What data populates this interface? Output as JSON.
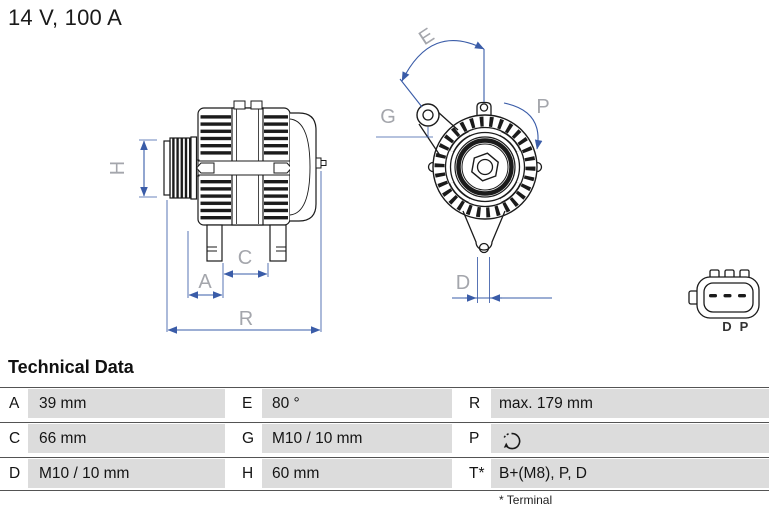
{
  "header": {
    "title": "14 V, 100 A"
  },
  "diagram": {
    "labels": {
      "H": "H",
      "A": "A",
      "C": "C",
      "R": "R",
      "E": "E",
      "G": "G",
      "P": "P",
      "D": "D"
    },
    "connector": {
      "d": "D",
      "p": "P"
    },
    "icons": {
      "rotation": "rotation-direction-icon"
    },
    "colors": {
      "dimension_line": "#3a5ca8",
      "dimension_label": "#a4a6ac",
      "drawing_line": "#1b1b1b"
    }
  },
  "technical_data": {
    "heading": "Technical Data",
    "footnote": "* Terminal",
    "colors": {
      "value_cell_bg": "#dcdcdc",
      "row_line": "#545454"
    },
    "rows": [
      [
        {
          "label": "A",
          "value": "39 mm"
        },
        {
          "label": "E",
          "value": "80 °"
        },
        {
          "label": "R",
          "value": "max. 179 mm"
        }
      ],
      [
        {
          "label": "C",
          "value": "66 mm"
        },
        {
          "label": "G",
          "value": "M10 / 10 mm"
        },
        {
          "label": "P",
          "value": "",
          "icon": "rotation-direction-icon"
        }
      ],
      [
        {
          "label": "D",
          "value": "M10 / 10 mm"
        },
        {
          "label": "H",
          "value": "60 mm"
        },
        {
          "label": "T*",
          "value": "B+(M8), P, D"
        }
      ]
    ]
  }
}
